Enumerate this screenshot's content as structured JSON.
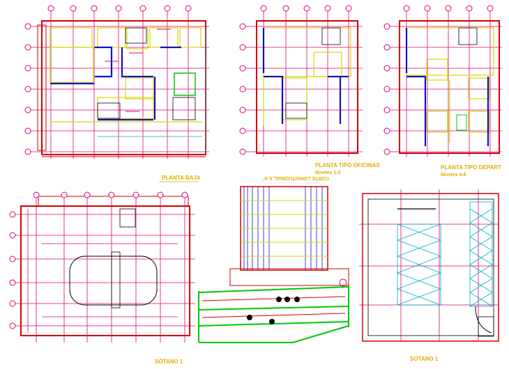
{
  "labels": {
    "planta_baja": "PLANTA BAJA",
    "planta_oficinas": "PLANTA TIPO OFICINAS",
    "niveles_oficinas": "Niveles 1-3",
    "planta_departamentos": "PLANTA TIPO DEPART",
    "niveles_departamentos": "Niveles 4-6",
    "corte": "CORTE LONGITUDINAL  X-X'",
    "sotano_a": "SÓTANO 1",
    "sotano_b": "SOTANO 1"
  },
  "colors": {
    "grid": "#e0007a",
    "wall": "#d40000",
    "wall_alt": "#ff2020",
    "yellow": "#d8d800",
    "blue": "#1010c0",
    "green": "#00c800",
    "cyan": "#00b0c0",
    "orange": "#d08000",
    "label": "#e0b000"
  }
}
